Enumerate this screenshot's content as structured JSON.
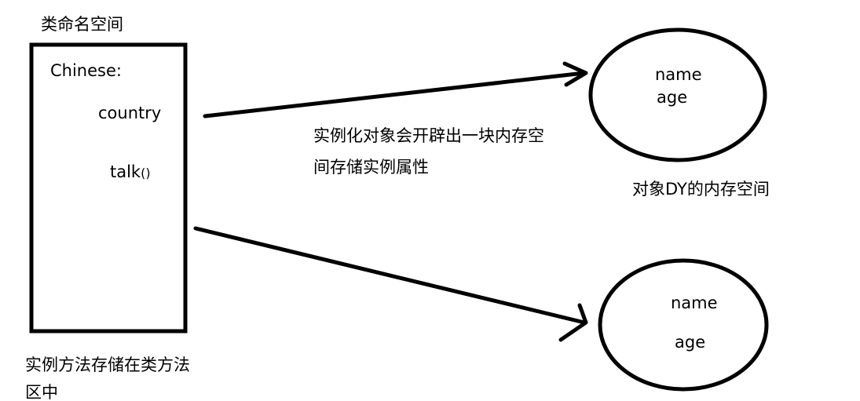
{
  "class_namespace": {
    "title": "类命名空间",
    "class_header": "Chinese:",
    "class_attribute": "country",
    "method_name": "talk",
    "method_parens": "()",
    "method_area_note_line1": "实例方法存储在类方法",
    "method_area_note_line2": "区中"
  },
  "instantiation_note": {
    "line1": "实例化对象会开辟出一块内存空",
    "line2": "间存储实例属性"
  },
  "object_1": {
    "attr1": "name",
    "attr2": "age",
    "caption": "对象DY的内存空间"
  },
  "object_2": {
    "attr1": "name",
    "attr2": "age"
  },
  "colors": {
    "ink": "#000000",
    "background": "#ffffff"
  }
}
